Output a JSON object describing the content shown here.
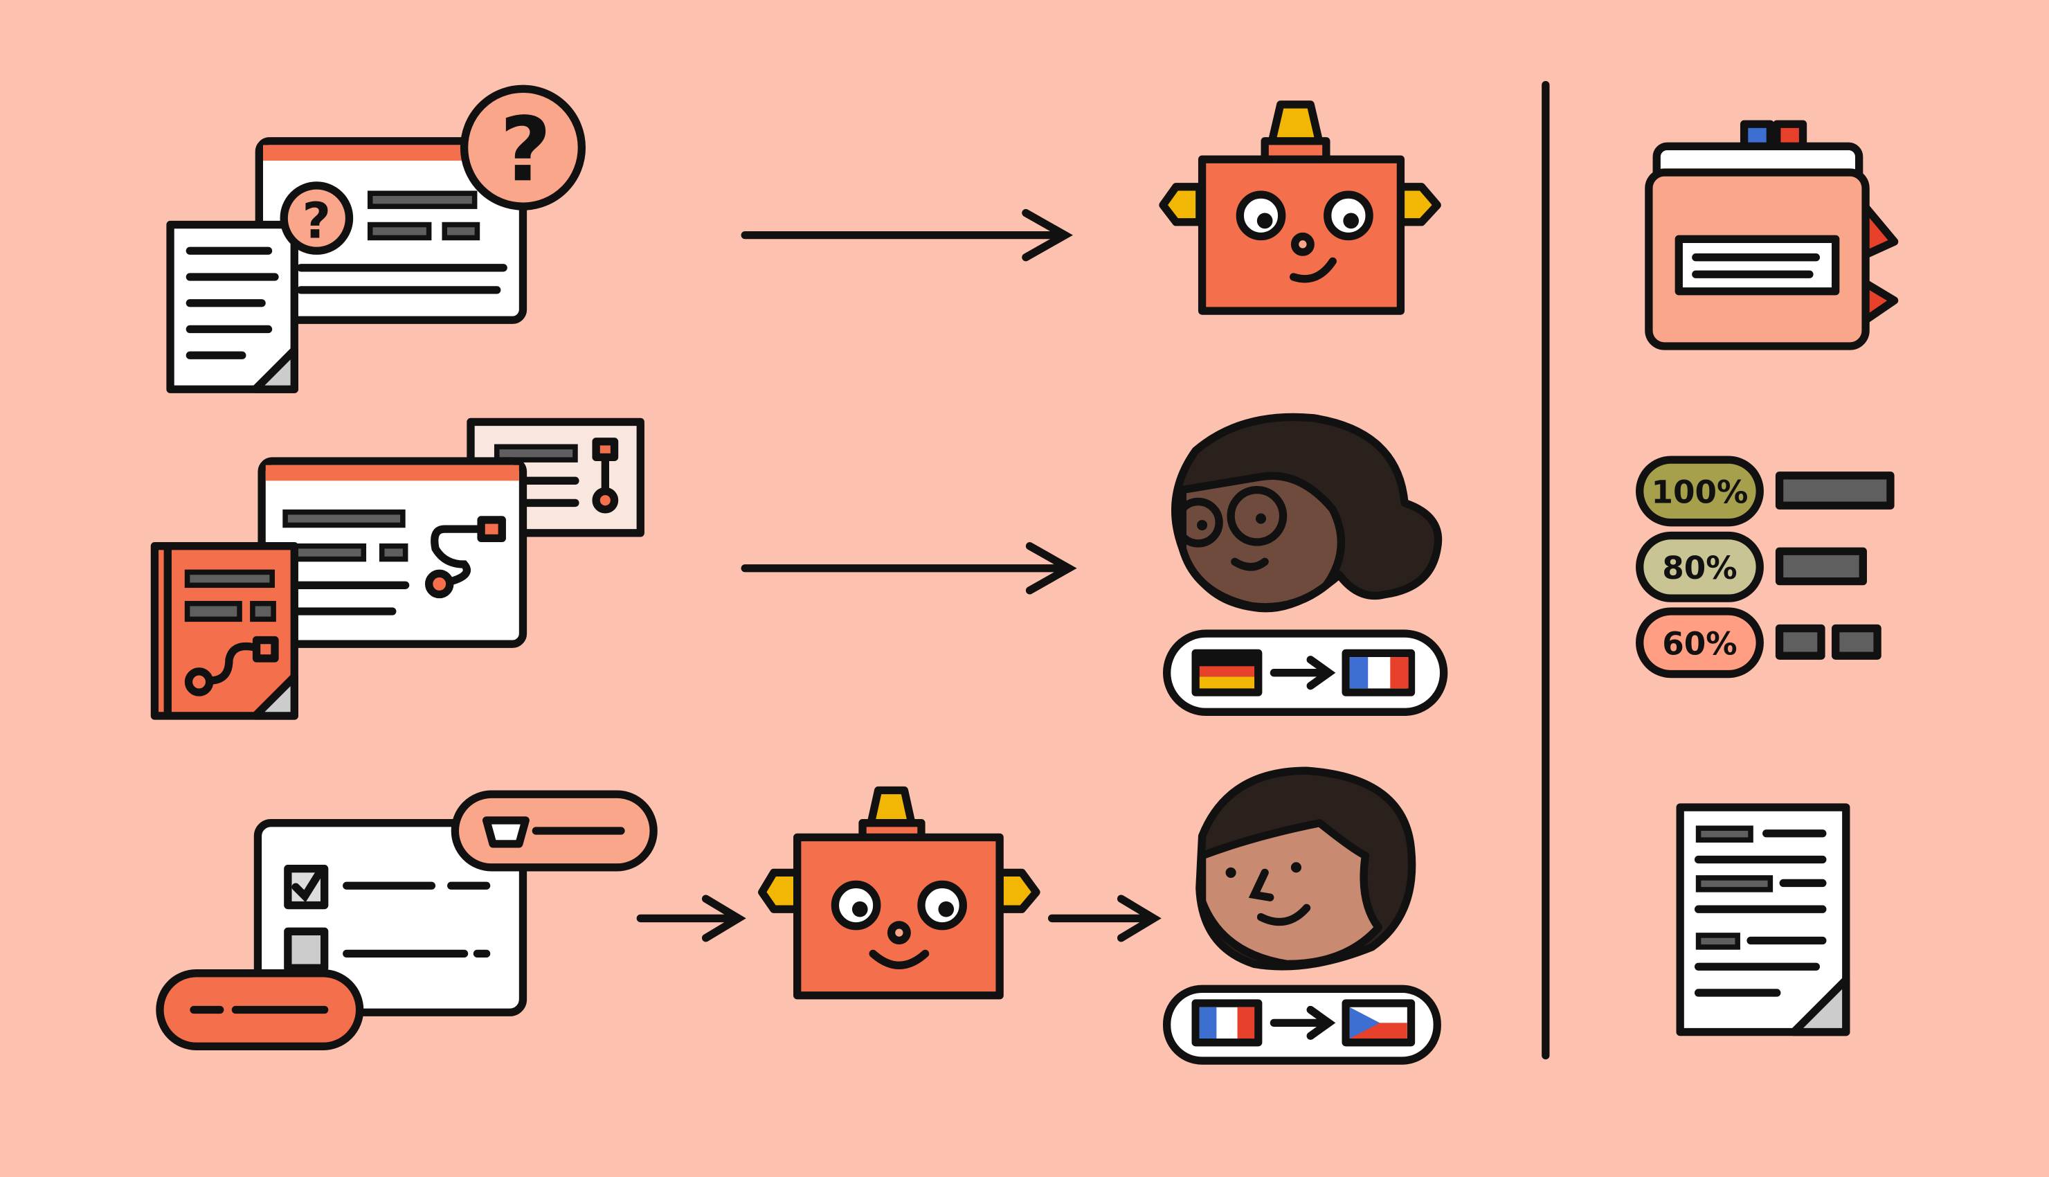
{
  "colors": {
    "background": "#fdc1af",
    "robot": "#f4704c",
    "salmon": "#f9a68a",
    "antenna": "#f2b705",
    "badge_100": "#a6a04c",
    "badge_80": "#c8c494",
    "badge_60": "#ff9e82"
  },
  "row1": {
    "small_question": "?",
    "big_question": "?"
  },
  "confidence": [
    {
      "label": "100%",
      "value": 100
    },
    {
      "label": "80%",
      "value": 80
    },
    {
      "label": "60%",
      "value": 60
    }
  ]
}
